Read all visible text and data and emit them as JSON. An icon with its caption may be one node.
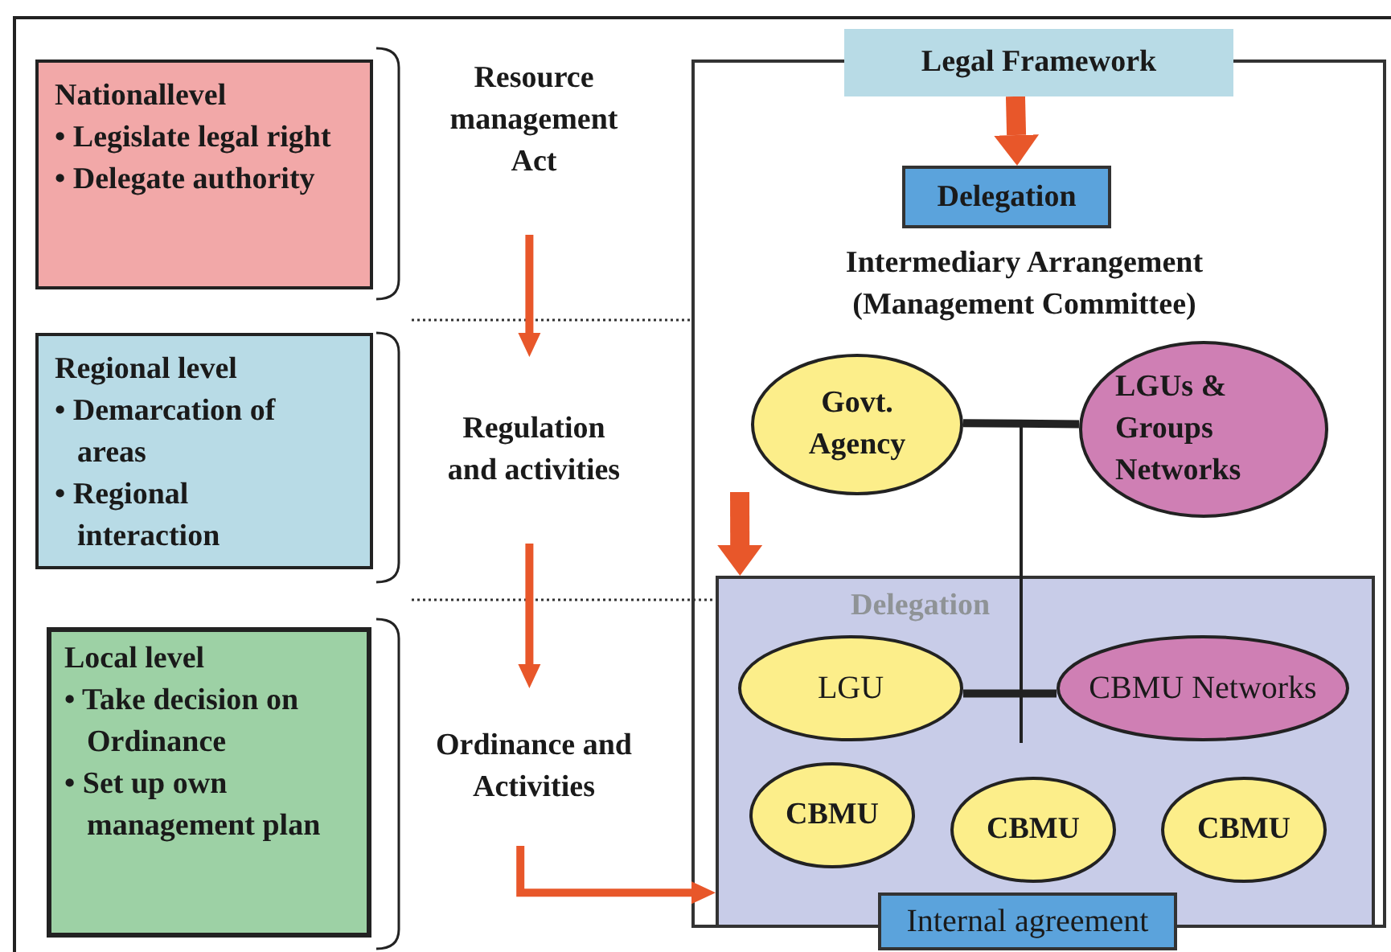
{
  "diagram": {
    "nodes": [
      {
        "text": [
          "Nationallevel",
          "• Legislate legal right",
          "• Delegate authority"
        ]
      },
      {
        "text": [
          "Regional level",
          "• Demarcation of areas",
          "• Regional interaction"
        ]
      },
      {
        "text": [
          "Local level",
          "• Take decision on Ordinance",
          "• Set up own management plan"
        ]
      },
      {
        "text": [
          "Resource management Act"
        ]
      },
      {
        "text": [
          "Regulation and activities"
        ]
      },
      {
        "text": [
          "Ordinance and Activities"
        ]
      },
      {
        "text": [
          "Intermediary Arrangement (Management Committee)"
        ]
      },
      {
        "text": [
          "Legal Framework"
        ]
      },
      {
        "text": [
          "Delegation"
        ],
        "in": 6
      },
      {
        "text": [
          "Govt. Agency"
        ],
        "in": 6
      },
      {
        "text": [
          "LGUs & Groups Networks"
        ],
        "in": 6
      },
      {
        "text": [
          "Delegation"
        ],
        "in": 6
      },
      {
        "text": [
          "LGU"
        ],
        "in": 11
      },
      {
        "text": [
          "CBMU Networks"
        ],
        "in": 11
      },
      {
        "text": [
          "CBMU"
        ],
        "in": 11
      },
      {
        "text": [
          "CBMU"
        ],
        "in": 11
      },
      {
        "text": [
          "CBMU"
        ],
        "in": 11
      },
      {
        "text": [
          "Internal agreement"
        ]
      }
    ],
    "edges": [
      {
        "from": 7,
        "to": 8,
        "arrow": "to",
        "style": "thick"
      },
      {
        "from": 3,
        "to": 4,
        "arrow": "to"
      },
      {
        "from": 4,
        "to": 5,
        "arrow": "to"
      },
      {
        "from": 5,
        "to": 11,
        "arrow": "to"
      },
      {
        "from": null,
        "to": 11,
        "arrow": "to",
        "style": "thick"
      },
      {
        "from": 9,
        "to": 10,
        "arrow": "none",
        "color": "#222222"
      },
      {
        "from": 12,
        "to": 13,
        "arrow": "none",
        "color": "#222222"
      }
    ]
  }
}
